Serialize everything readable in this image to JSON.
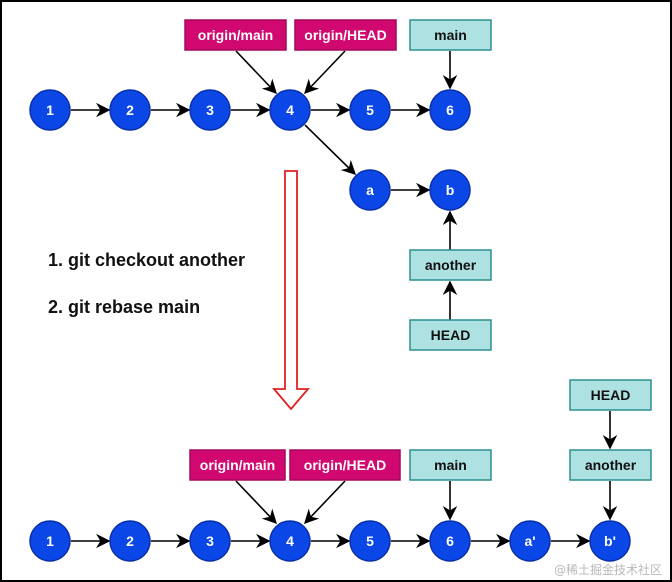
{
  "diagram": {
    "title": "git rebase illustration",
    "colors": {
      "commit_fill": "#0a47e6",
      "commit_text": "#ffffff",
      "remote_ref_fill": "#d0086f",
      "local_ref_fill": "#aee1e1",
      "transition_arrow": "#e02020"
    },
    "before": {
      "commits": [
        "1",
        "2",
        "3",
        "4",
        "5",
        "6",
        "a",
        "b"
      ],
      "refs": [
        {
          "label": "origin/main",
          "kind": "remote",
          "points_to": "4"
        },
        {
          "label": "origin/HEAD",
          "kind": "remote",
          "points_to": "4"
        },
        {
          "label": "main",
          "kind": "local",
          "points_to": "6"
        },
        {
          "label": "another",
          "kind": "local",
          "points_to": "b"
        },
        {
          "label": "HEAD",
          "kind": "local",
          "points_to": "another"
        }
      ],
      "edges": [
        [
          "1",
          "2"
        ],
        [
          "2",
          "3"
        ],
        [
          "3",
          "4"
        ],
        [
          "4",
          "5"
        ],
        [
          "5",
          "6"
        ],
        [
          "4",
          "a"
        ],
        [
          "a",
          "b"
        ]
      ]
    },
    "commands": [
      "1. git checkout another",
      "2. git rebase main"
    ],
    "after": {
      "commits": [
        "1",
        "2",
        "3",
        "4",
        "5",
        "6",
        "a'",
        "b'"
      ],
      "refs": [
        {
          "label": "origin/main",
          "kind": "remote",
          "points_to": "4"
        },
        {
          "label": "origin/HEAD",
          "kind": "remote",
          "points_to": "4"
        },
        {
          "label": "main",
          "kind": "local",
          "points_to": "6"
        },
        {
          "label": "another",
          "kind": "local",
          "points_to": "b'"
        },
        {
          "label": "HEAD",
          "kind": "local",
          "points_to": "another"
        }
      ],
      "edges": [
        [
          "1",
          "2"
        ],
        [
          "2",
          "3"
        ],
        [
          "3",
          "4"
        ],
        [
          "4",
          "5"
        ],
        [
          "5",
          "6"
        ],
        [
          "6",
          "a'"
        ],
        [
          "a'",
          "b'"
        ]
      ]
    },
    "watermark": "@稀土掘金技术社区"
  }
}
